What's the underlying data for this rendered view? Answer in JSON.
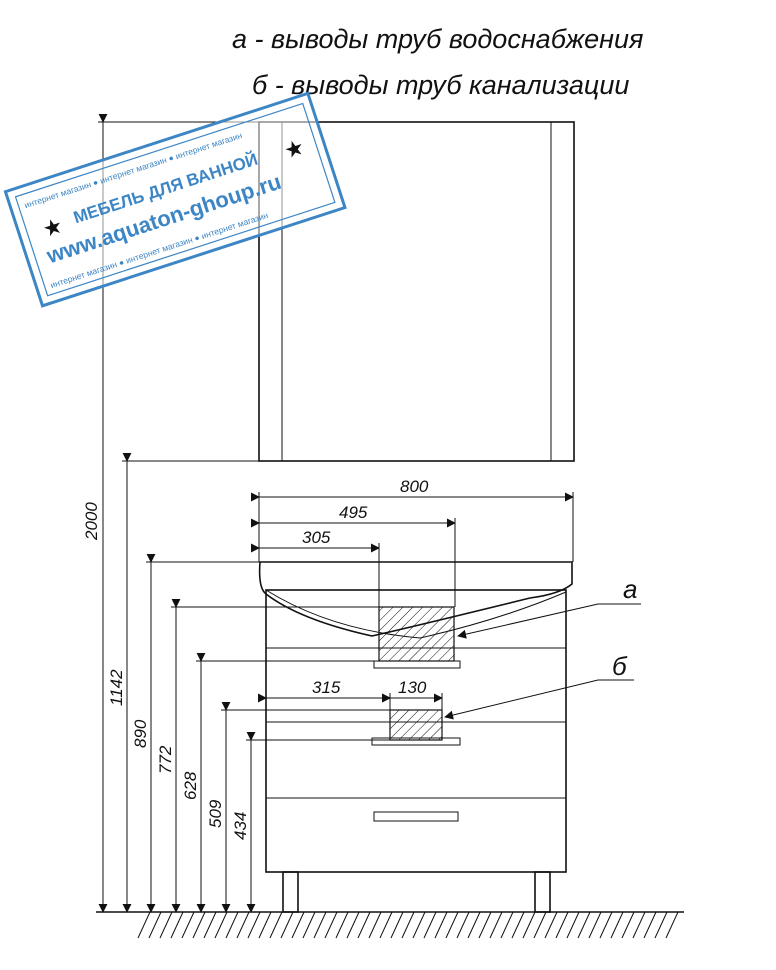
{
  "legend": {
    "line_a": "а -  выводы  труб водоснабжения",
    "line_b": "б -  выводы  труб канализации"
  },
  "dimensions": {
    "total_height": "2000",
    "mirror_bottom": "1142",
    "sink_top": "890",
    "water_outlet_top": "772",
    "water_outlet_bottom": "628",
    "drain_top": "509",
    "drain_bottom": "434",
    "width_total": "800",
    "water_right": "495",
    "water_left": "305",
    "drain_left": "315",
    "drain_width": "130"
  },
  "callouts": {
    "a": "а",
    "b": "б"
  },
  "stamp": {
    "shop_name": "МЕБЕЛЬ ДЛЯ ВАННОЙ",
    "url": "www.aquaton-ghoup.ru",
    "tagline": "интернет магазин ● интернет магазин ● интернет магазин"
  },
  "colors": {
    "line": "#111111",
    "stamp": "#3d86c6",
    "background": "#ffffff"
  }
}
